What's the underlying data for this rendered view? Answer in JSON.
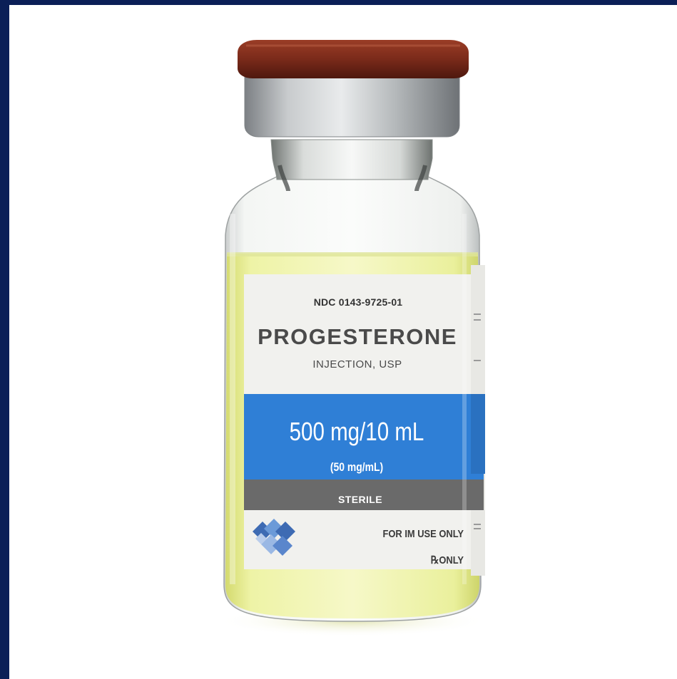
{
  "vial": {
    "ndc": "NDC 0143-9725-01",
    "drug_name": "PROGESTERONE",
    "drug_subtitle": "INJECTION, USP",
    "strength": "500 mg/10 mL",
    "concentration": "(50 mg/mL)",
    "sterile": "STERILE",
    "route": "FOR IM USE ONLY",
    "rx": "ONLY",
    "rx_symbol": "℞"
  },
  "colors": {
    "border": "#0b1f57",
    "cap": "#7a2a1a",
    "crimp": "#b9bcbe",
    "label_band_blue": "#2f7fd6",
    "label_band_gray": "#6a6a6a",
    "liquid": "#e9ef9a",
    "logo": "#4a7bc4"
  }
}
